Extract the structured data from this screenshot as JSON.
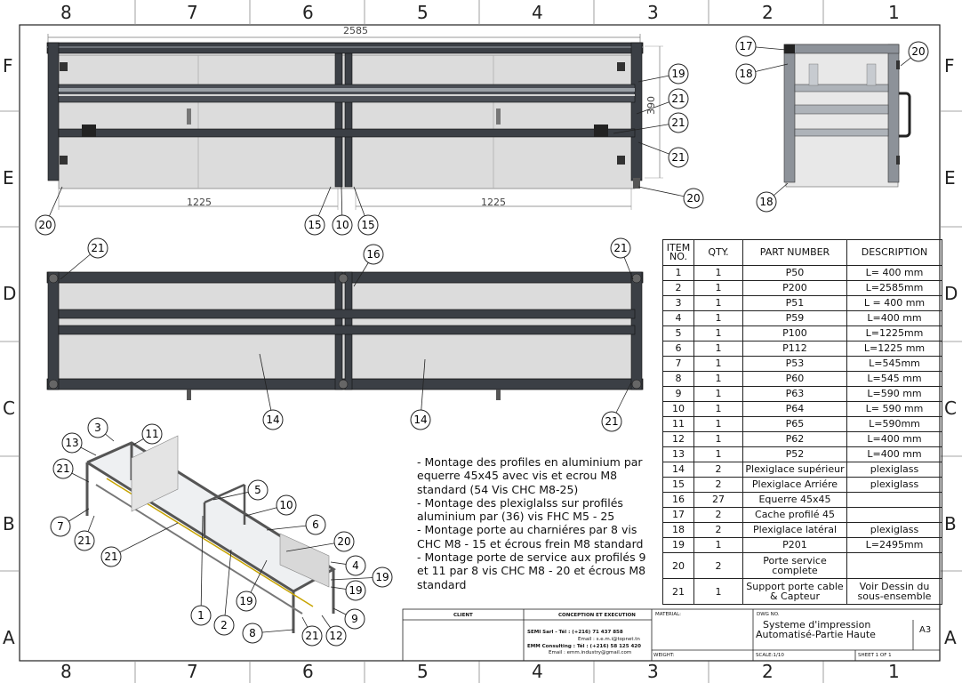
{
  "zones": {
    "columns": [
      "8",
      "7",
      "6",
      "5",
      "4",
      "3",
      "2",
      "1"
    ],
    "rows": [
      "F",
      "E",
      "D",
      "C",
      "B",
      "A"
    ]
  },
  "dimensions": {
    "overall_length": "2585",
    "left_section": "1225",
    "right_section": "1225",
    "height": "390"
  },
  "balloons": {
    "front": [
      "19",
      "21",
      "21",
      "21",
      "20",
      "20",
      "15",
      "10",
      "15"
    ],
    "side": [
      "17",
      "18",
      "20",
      "18"
    ],
    "top": [
      "21",
      "16",
      "21",
      "14",
      "14",
      "21"
    ],
    "iso": [
      "3",
      "11",
      "13",
      "21",
      "7",
      "21",
      "21",
      "5",
      "10",
      "6",
      "20",
      "4",
      "19",
      "19",
      "9",
      "12",
      "21",
      "8",
      "2",
      "1",
      "19"
    ]
  },
  "bom": {
    "headers": [
      "ITEM NO.",
      "QTY.",
      "PART NUMBER",
      "DESCRIPTION"
    ],
    "rows": [
      [
        "1",
        "1",
        "P50",
        "L= 400 mm"
      ],
      [
        "2",
        "1",
        "P200",
        "L=2585mm"
      ],
      [
        "3",
        "1",
        "P51",
        "L = 400 mm"
      ],
      [
        "4",
        "1",
        "P59",
        "L=400 mm"
      ],
      [
        "5",
        "1",
        "P100",
        "L=1225mm"
      ],
      [
        "6",
        "1",
        "P112",
        "L=1225 mm"
      ],
      [
        "7",
        "1",
        "P53",
        "L=545mm"
      ],
      [
        "8",
        "1",
        "P60",
        "L=545 mm"
      ],
      [
        "9",
        "1",
        "P63",
        "L=590 mm"
      ],
      [
        "10",
        "1",
        "P64",
        "L= 590 mm"
      ],
      [
        "11",
        "1",
        "P65",
        "L=590mm"
      ],
      [
        "12",
        "1",
        "P62",
        "L=400 mm"
      ],
      [
        "13",
        "1",
        "P52",
        "L=400 mm"
      ],
      [
        "14",
        "2",
        "Plexiglace supérieur",
        "plexiglass"
      ],
      [
        "15",
        "2",
        "Plexiglace Arriére",
        "plexiglass"
      ],
      [
        "16",
        "27",
        "Equerre 45x45",
        ""
      ],
      [
        "17",
        "2",
        "Cache profilé 45",
        ""
      ],
      [
        "18",
        "2",
        "Plexiglace latéral",
        "plexiglass"
      ],
      [
        "19",
        "1",
        "P201",
        "L=2495mm"
      ],
      [
        "20",
        "2",
        "Porte service complete",
        ""
      ],
      [
        "21",
        "1",
        "Support porte cable & Capteur",
        "Voir Dessin du sous-ensemble"
      ]
    ]
  },
  "notes": [
    "- Montage des profiles en aluminium par equerre 45x45 avec vis et ecrou M8 standard (54 Vis CHC M8-25)",
    "- Montage des plexiglalss sur profilés aluminium par (36) vis FHC M5 - 25",
    "- Montage porte au charniéres par 8 vis CHC M8 - 15 et  écrous frein M8 standard",
    "- Montage porte de service aux profilés 9 et 11 par 8 vis CHC M8 - 20 et écrous M8 standard"
  ],
  "title_block": {
    "client_label": "CLIENT",
    "design_label": "CONCEPTION ET EXECUTION",
    "semi_line": "SEMI Sarl - Tél : (+216) 71 437 858",
    "semi_email": "Email : s.e.m.i@topnet.tn",
    "emm_line": "EMM Consulting : Tél : (+216) 58 125 420",
    "emm_email": "Email : emm.industry@gmail.com",
    "material_label": "MATERIAL:",
    "weight_label": "WEIGHT:",
    "dwg_label": "DWG NO.",
    "title_line1": "Systeme d'impression",
    "title_line2": "Automatisé-Partie Haute",
    "size": "A3",
    "scale": "SCALE:1/10",
    "sheet": "SHEET 1 OF 1"
  }
}
